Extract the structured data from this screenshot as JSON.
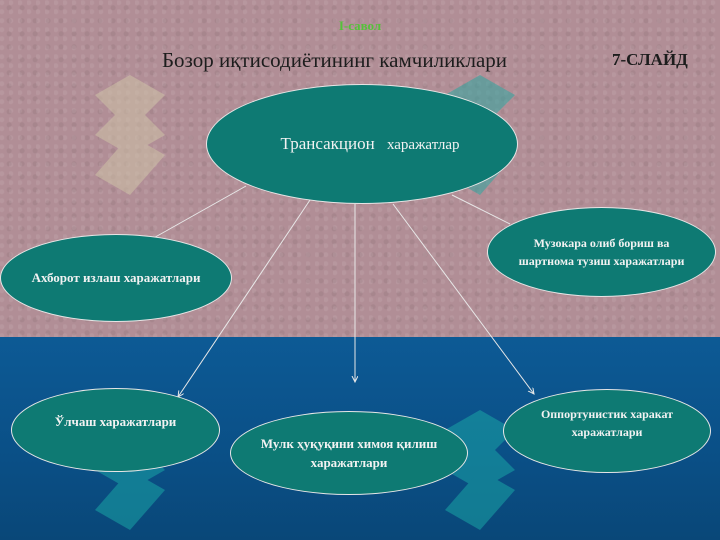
{
  "header": {
    "small_title": "I-савол",
    "title": "Бозор иқтисодиётининг камчиликлари",
    "slide_number": "7-СЛАЙД"
  },
  "diagram": {
    "center": {
      "label_main": "Трансакцион",
      "label_sub": "харажатлар"
    },
    "nodes": [
      {
        "id": "info",
        "lines": [
          "Ахборот излаш харажатлари"
        ]
      },
      {
        "id": "negotiation",
        "lines": [
          "Музокара олиб бориш ва",
          "шартнома тузиш харажатлари"
        ]
      },
      {
        "id": "measurement",
        "lines": [
          "Ўлчаш харажатлари"
        ]
      },
      {
        "id": "property",
        "lines": [
          "Мулк ҳуқуқини химоя қилиш",
          "харажатлари"
        ]
      },
      {
        "id": "opportunism",
        "lines": [
          "Оппортунистик харакат",
          "харажатлари"
        ]
      }
    ]
  },
  "colors": {
    "top_background": "#b18e96",
    "bottom_background": "#0d5a95",
    "node_fill": "#0e7a73",
    "node_border": "#e6e6e6",
    "small_title_color": "#55c23a"
  },
  "icons": [
    "sofi-watermark-icon"
  ]
}
